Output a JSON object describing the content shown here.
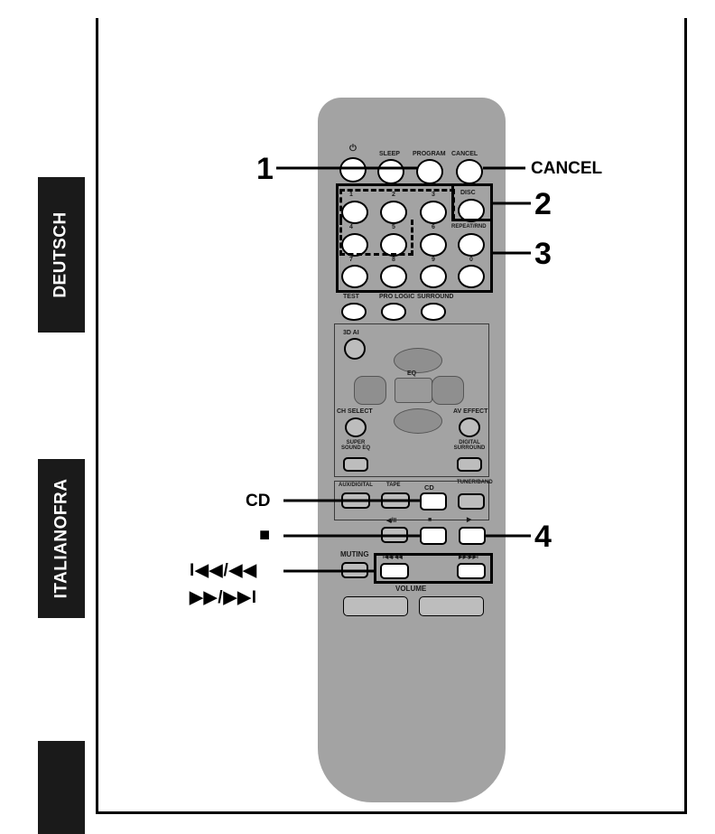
{
  "side_tabs": {
    "deutsch": "DEUTSCH",
    "italiano": "ITALIANOFRA"
  },
  "callouts": {
    "n1": "1",
    "n2": "2",
    "n3": "3",
    "n4": "4",
    "cancel": "CANCEL",
    "cd": "CD",
    "stop": "■",
    "skip_back": "I◀◀/◀◀",
    "skip_fwd": "▶▶/▶▶I"
  },
  "remote": {
    "power": "⏻",
    "sleep": "SLEEP",
    "program": "PROGRAM",
    "cancel": "CANCEL",
    "disc": "DISC",
    "repeat": "REPEAT/RND",
    "digits": [
      "1",
      "2",
      "3",
      "4",
      "5",
      "6",
      "7",
      "8",
      "9",
      "0"
    ],
    "test": "TEST",
    "pro_logic": "PRO LOGIC",
    "surround": "SURROUND",
    "three_d_ai": "3D AI",
    "eq": "EQ",
    "ch_select": "CH SELECT",
    "av_effect": "AV EFFECT",
    "super_sound_eq": "SUPER SOUND EQ",
    "digital_surround": "DIGITAL SURROUND",
    "aux": "AUX/DIGITAL",
    "tape": "TAPE",
    "cd": "CD",
    "tuner": "TUNER/BAND",
    "play_pause": "◀/II",
    "stop": "■",
    "play": "▶",
    "muting": "MUTING",
    "skip_back": "I◀◀/◀◀",
    "skip_fwd": "▶▶/▶▶I",
    "volume": "VOLUME"
  },
  "colors": {
    "remote_body": "#a3a3a3",
    "tab": "#1a1a1a"
  }
}
